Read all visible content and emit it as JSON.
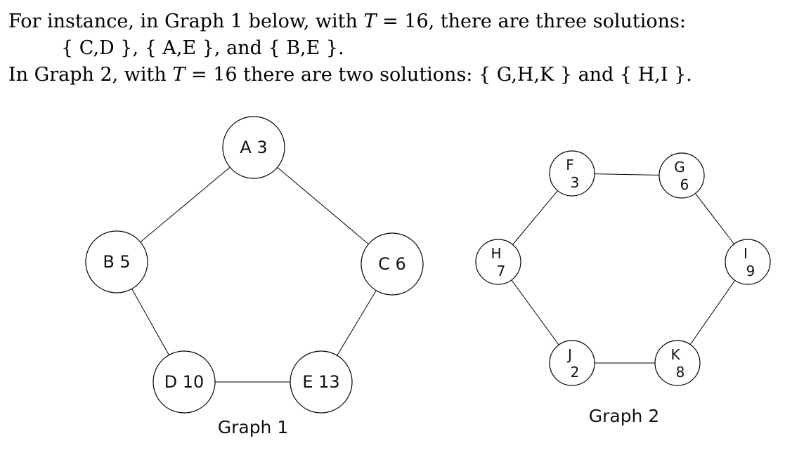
{
  "intro": {
    "line1_pre": "For instance, in Graph 1 below, with ",
    "var_t": "T",
    "line1_post": " = 16, there are three solutions:",
    "line2": "{ C,D }, { A,E }, and { B,E }.",
    "line3_pre": "In Graph 2, with ",
    "line3_post": " = 16 there are two solutions: { G,H,K } and { H,I }."
  },
  "graph1": {
    "caption": "Graph 1",
    "nodes": [
      {
        "id": "A",
        "label": "A 3"
      },
      {
        "id": "B",
        "label": "B 5"
      },
      {
        "id": "C",
        "label": "C 6"
      },
      {
        "id": "D",
        "label": "D 10"
      },
      {
        "id": "E",
        "label": "E 13"
      }
    ],
    "edges": [
      [
        "A",
        "B"
      ],
      [
        "A",
        "C"
      ],
      [
        "B",
        "D"
      ],
      [
        "C",
        "E"
      ],
      [
        "D",
        "E"
      ]
    ]
  },
  "graph2": {
    "caption": "Graph 2",
    "nodes": [
      {
        "id": "F",
        "letter": "F",
        "weight": "3"
      },
      {
        "id": "G",
        "letter": "G",
        "weight": "6"
      },
      {
        "id": "H",
        "letter": "H",
        "weight": "7"
      },
      {
        "id": "I",
        "letter": "I",
        "weight": "9"
      },
      {
        "id": "J",
        "letter": "J",
        "weight": "2"
      },
      {
        "id": "K",
        "letter": "K",
        "weight": "8"
      }
    ],
    "edges": [
      [
        "F",
        "G"
      ],
      [
        "G",
        "I"
      ],
      [
        "I",
        "K"
      ],
      [
        "K",
        "J"
      ],
      [
        "J",
        "H"
      ],
      [
        "H",
        "F"
      ]
    ]
  }
}
